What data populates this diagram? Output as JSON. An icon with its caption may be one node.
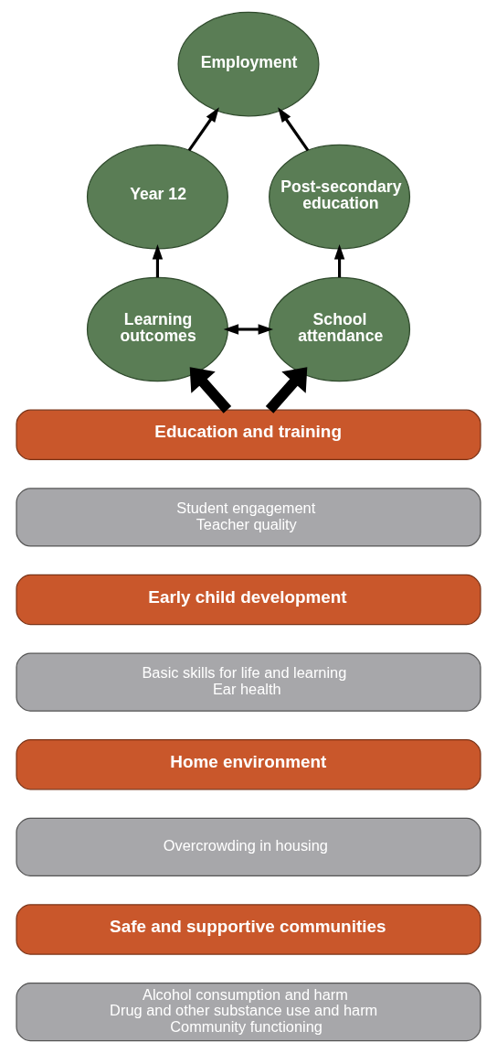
{
  "diagram": {
    "nodes": [
      {
        "text": [
          "Employment"
        ]
      },
      {
        "text": [
          "Year 12"
        ]
      },
      {
        "text": [
          "Post-secondary education"
        ]
      },
      {
        "text": [
          "Learning outcomes"
        ]
      },
      {
        "text": [
          "School attendance"
        ]
      },
      {
        "text": [
          "Education and training"
        ]
      },
      {
        "text": [
          "Student engagement",
          "Teacher quality"
        ]
      },
      {
        "text": [
          "Early child development"
        ]
      },
      {
        "text": [
          "Basic skills for life and learning",
          "Ear health"
        ]
      },
      {
        "text": [
          "Home environment"
        ]
      },
      {
        "text": [
          "Overcrowding in housing"
        ]
      },
      {
        "text": [
          "Safe and supportive communities"
        ]
      },
      {
        "text": [
          "Alcohol consumption and harm",
          "Drug and other substance use and harm",
          "Community functioning"
        ]
      }
    ],
    "edges": [
      {
        "from": 1,
        "to": 0,
        "arrow": "to"
      },
      {
        "from": 2,
        "to": 0,
        "arrow": "to"
      },
      {
        "from": 3,
        "to": 1,
        "arrow": "to"
      },
      {
        "from": 4,
        "to": 2,
        "arrow": "to"
      },
      {
        "from": 3,
        "to": 4,
        "arrow": "both"
      },
      {
        "from": 5,
        "to": 3,
        "arrow": "to",
        "style": "thick"
      },
      {
        "from": 5,
        "to": 4,
        "arrow": "to",
        "style": "thick"
      }
    ]
  }
}
